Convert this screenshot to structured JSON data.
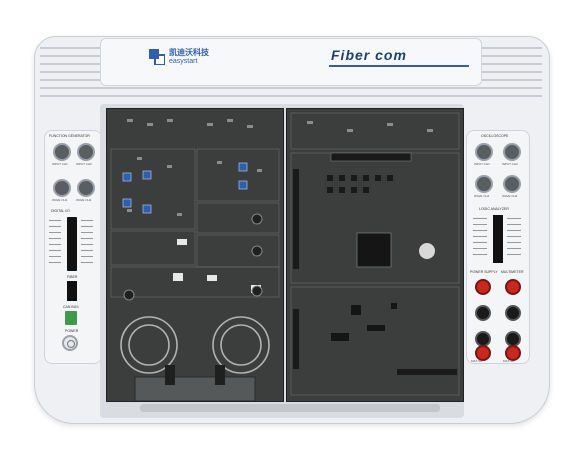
{
  "brand": {
    "logo_cn": "凯迪沃科技",
    "logo_en": "easystart",
    "product_name": "Fiber com"
  },
  "left_panel": {
    "function_generator_title": "FUNCTION GENERATOR",
    "connector_labels": [
      "INPUT CH1",
      "INPUT CH2",
      "WAVE CH1",
      "WAVE CH2"
    ],
    "digital_io_title": "DIGITAL I/O",
    "fiber_title": "FIBER",
    "can_bus_title": "CAN BUS",
    "power_title": "POWER"
  },
  "right_panel": {
    "oscilloscope_title": "OSCILLOSCOPE",
    "connector_labels": [
      "INPUT CH1",
      "INPUT CH2",
      "WAVE CH1",
      "WAVE CH2"
    ],
    "logic_analyzer_title": "LOGIC ANALYZER",
    "power_supply_title": "POWER SUPPLY",
    "multimeter_title": "MULTIMETER",
    "bottom_labels": [
      "MAX 5A",
      "MAX 2A"
    ]
  },
  "colors": {
    "shell": "#eef0f3",
    "board": "#3c3e3d",
    "board_dark": "#2a2c2b",
    "accent_blue": "#2f5fae",
    "jack_red": "#c8281f",
    "jack_black": "#1a1a1a",
    "header_pin": "#111111",
    "led_green": "#5cbf5a"
  }
}
